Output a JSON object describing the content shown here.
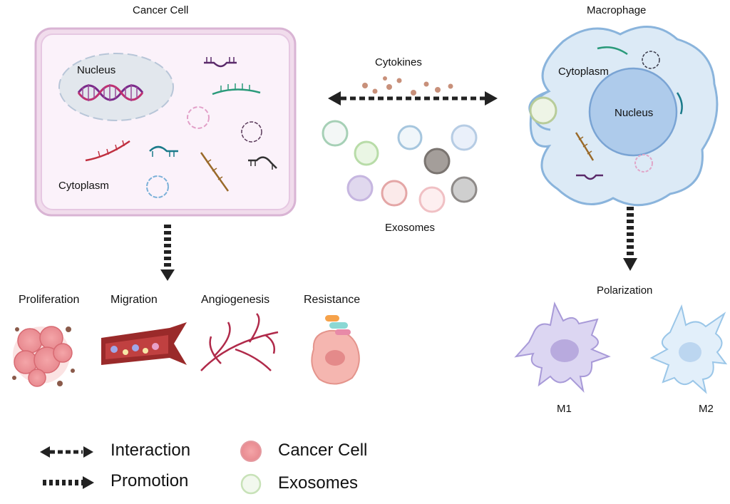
{
  "cancer_cell": {
    "title": "Cancer Cell",
    "nucleus_label": "Nucleus",
    "cytoplasm_label": "Cytoplasm"
  },
  "macrophage": {
    "title": "Macrophage",
    "cytoplasm_label": "Cytoplasm",
    "nucleus_label": "Nucleus"
  },
  "middle": {
    "cytokines_label": "Cytokines",
    "exosomes_label": "Exosomes"
  },
  "effects": [
    {
      "label": "Proliferation"
    },
    {
      "label": "Migration"
    },
    {
      "label": "Angiogenesis"
    },
    {
      "label": "Resistance"
    }
  ],
  "polarization": {
    "title": "Polarization",
    "m1_label": "M1",
    "m2_label": "M2"
  },
  "legend": {
    "interaction": "Interaction",
    "promotion": "Promotion",
    "cancer_cell": "Cancer Cell",
    "exosomes": "Exosomes"
  }
}
